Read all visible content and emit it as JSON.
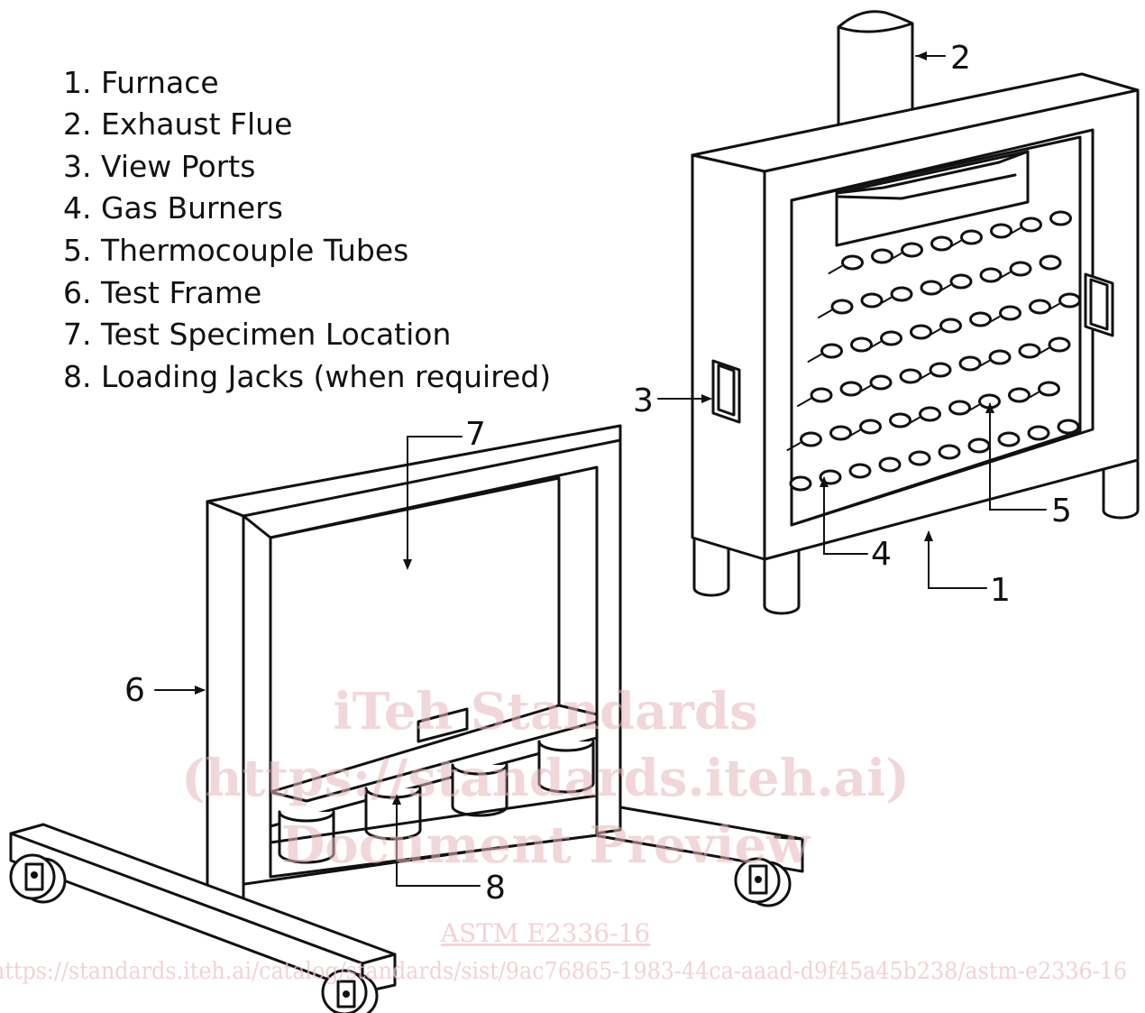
{
  "legend": {
    "items": [
      "1. Furnace",
      "2. Exhaust Flue",
      "3. View Ports",
      "4. Gas Burners",
      "5. Thermocouple Tubes",
      "6. Test Frame",
      "7. Test Specimen Location",
      "8. Loading Jacks (when required)"
    ]
  },
  "callouts": {
    "furnace": "1",
    "exhaust_flue": "2",
    "view_ports": "3",
    "gas_burners": "4",
    "thermocouple_tubes": "5",
    "test_frame": "6",
    "test_specimen_location": "7",
    "loading_jacks": "8"
  },
  "watermark": {
    "line1": "iTeh Standards",
    "line2": "(https://standards.iteh.ai)",
    "line3": "Document Preview",
    "standard": "ASTM E2336-16",
    "url": "https://standards.iteh.ai/catalog/standards/sist/9ac76865-1983-44ca-aaad-d9f45a45b238/astm-e2336-16"
  },
  "colors": {
    "line": "#111111",
    "watermark": "#e7b7bd"
  }
}
